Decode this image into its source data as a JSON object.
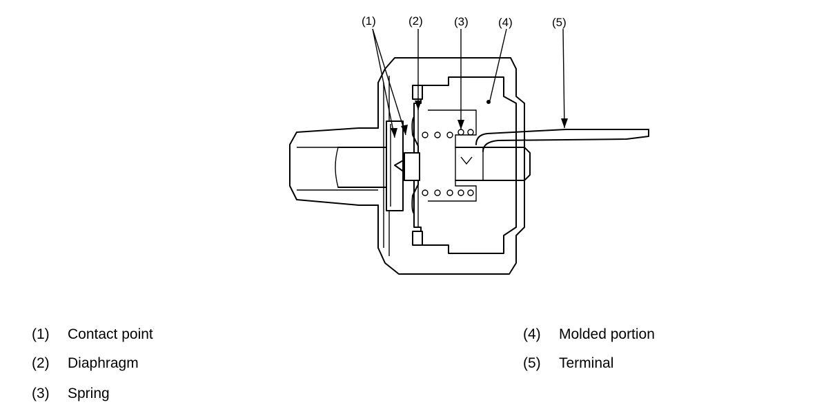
{
  "callouts": [
    "(1)",
    "(2)",
    "(3)",
    "(4)",
    "(5)"
  ],
  "legend": [
    {
      "num": "(1)",
      "label": "Contact point"
    },
    {
      "num": "(2)",
      "label": "Diaphragm"
    },
    {
      "num": "(3)",
      "label": "Spring"
    },
    {
      "num": "(4)",
      "label": "Molded portion"
    },
    {
      "num": "(5)",
      "label": "Terminal"
    }
  ]
}
